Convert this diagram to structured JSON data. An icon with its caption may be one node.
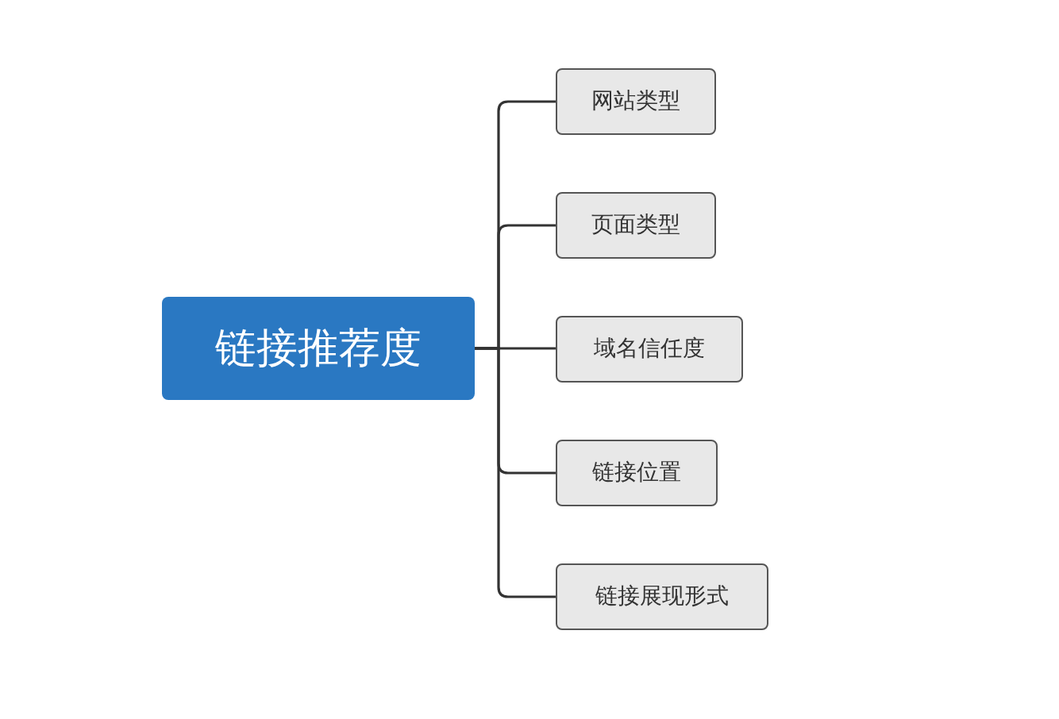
{
  "diagram": {
    "nodes": [
      {
        "text": [
          "链接推荐度"
        ]
      },
      {
        "text": [
          "网站类型"
        ]
      },
      {
        "text": [
          "页面类型"
        ]
      },
      {
        "text": [
          "域名信任度"
        ]
      },
      {
        "text": [
          "链接位置"
        ]
      },
      {
        "text": [
          "链接展现形式"
        ]
      }
    ],
    "edges": [
      {
        "from": 0,
        "to": 1,
        "arrow": "none"
      },
      {
        "from": 0,
        "to": 2,
        "arrow": "none"
      },
      {
        "from": 0,
        "to": 3,
        "arrow": "none"
      },
      {
        "from": 0,
        "to": 4,
        "arrow": "none"
      },
      {
        "from": 0,
        "to": 5,
        "arrow": "none"
      }
    ]
  }
}
